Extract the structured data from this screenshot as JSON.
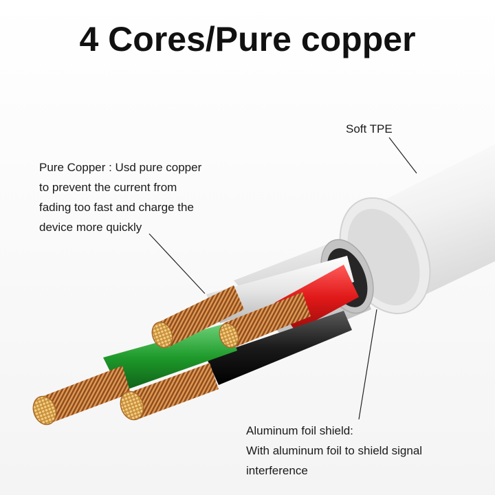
{
  "title": "4 Cores/Pure copper",
  "labels": {
    "tpe": "Soft TPE",
    "copper": [
      "Pure Copper : Usd pure copper",
      "to prevent the current from",
      "fading too fast and charge the",
      "device more quickly"
    ],
    "foil": [
      "Aluminum foil shield:",
      "With aluminum foil to shield signal",
      "interference"
    ]
  },
  "colors": {
    "background": "#ffffff",
    "jacket": "#f2f2f2",
    "foil": "#d9d9d9",
    "wire_red": "#e01818",
    "wire_green": "#1e9a2a",
    "wire_black": "#1a1a1a",
    "wire_white": "#e6e6e6",
    "copper": "#c9803e"
  }
}
